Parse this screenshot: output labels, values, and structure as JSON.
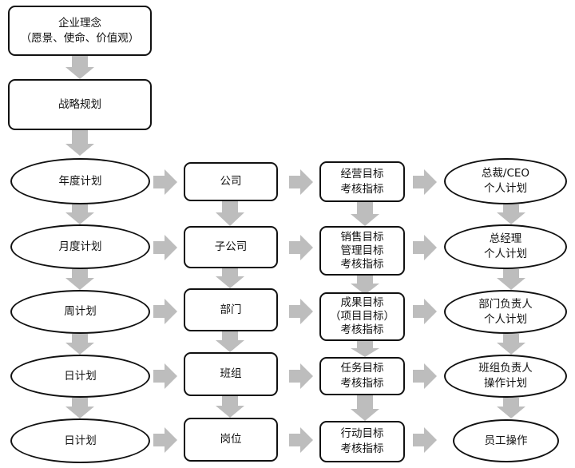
{
  "nodes": {
    "philosophy": {
      "line1": "企业理念",
      "line2": "（愿景、使命、价值观）"
    },
    "strategy": {
      "line1": "战略规划"
    },
    "plan_annual": {
      "line1": "年度计划"
    },
    "plan_monthly": {
      "line1": "月度计划"
    },
    "plan_weekly": {
      "line1": "周计划"
    },
    "plan_daily_1": {
      "line1": "日计划"
    },
    "plan_daily_2": {
      "line1": "日计划"
    },
    "org_company": {
      "line1": "公司"
    },
    "org_subsidiary": {
      "line1": "子公司"
    },
    "org_department": {
      "line1": "部门"
    },
    "org_team": {
      "line1": "班组"
    },
    "org_post": {
      "line1": "岗位"
    },
    "goal_operation": {
      "line1": "经营目标",
      "line2": "考核指标"
    },
    "goal_sales": {
      "line1": "销售目标",
      "line2": "管理目标",
      "line3": "考核指标"
    },
    "goal_result": {
      "line1": "成果目标",
      "line2": "（项目目标）",
      "line3": "考核指标"
    },
    "goal_task": {
      "line1": "任务目标",
      "line2": "考核指标"
    },
    "goal_action": {
      "line1": "行动目标",
      "line2": "考核指标"
    },
    "person_ceo": {
      "line1": "总裁/CEO",
      "line2": "个人计划"
    },
    "person_gm": {
      "line1": "总经理",
      "line2": "个人计划"
    },
    "person_dept_head": {
      "line1": "部门负责人",
      "line2": "个人计划"
    },
    "person_team_head": {
      "line1": "班组负责人",
      "line2": "操作计划"
    },
    "person_staff": {
      "line1": "员工操作"
    }
  },
  "colors": {
    "arrow": "#bdbdbd",
    "border": "#111111"
  }
}
